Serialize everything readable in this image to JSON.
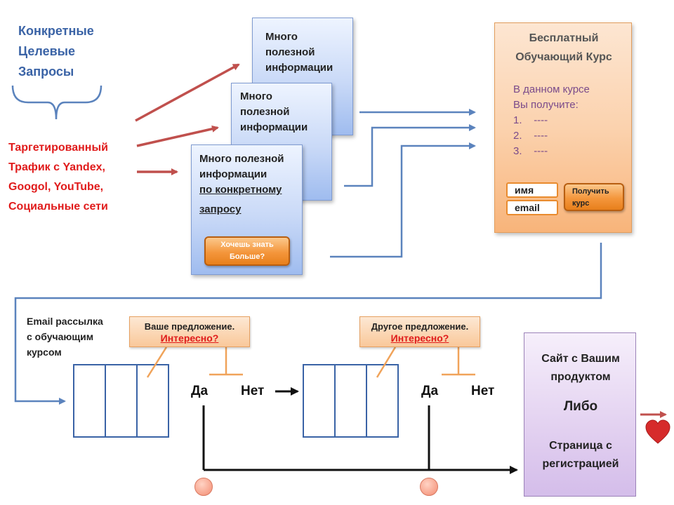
{
  "intro": {
    "title_lines": [
      "Конкретные",
      "Целевые",
      "Запросы"
    ],
    "traffic_lines": [
      "Таргетированный",
      "Трафик с Yandex,",
      "Googol, YouTube,",
      "Социальные сети"
    ]
  },
  "pages": {
    "back": {
      "lines": [
        "Много",
        "полезной",
        "информации"
      ]
    },
    "middle": {
      "lines": [
        "Много",
        "полезной",
        "информации"
      ]
    },
    "front": {
      "line1": "Много полезной",
      "line2": "информации",
      "line3": "по конкретному",
      "line4": "запросу",
      "button_label_1": "Хочешь знать",
      "button_label_2": "Больше?"
    }
  },
  "course": {
    "title_line1": "Бесплатный",
    "title_line2": "Обучающий Курс",
    "intro_line1": "В данном курсе",
    "intro_line2": "Вы получите:",
    "items": [
      {
        "num": "1.",
        "text": "----"
      },
      {
        "num": "2.",
        "text": "----"
      },
      {
        "num": "3.",
        "text": "----"
      }
    ],
    "name_placeholder": "имя",
    "email_placeholder": "email",
    "get_button_line1": "Получить",
    "get_button_line2": "курс"
  },
  "email": {
    "lines": [
      "Email рассылка",
      "с обучающим",
      "курсом"
    ]
  },
  "offers": [
    {
      "line1": "Ваше предложение.",
      "line2": "Интересно?",
      "yes": "Да",
      "no": "Нет"
    },
    {
      "line1": "Другое предложение.",
      "line2": "Интересно?",
      "yes": "Да",
      "no": "Нет"
    }
  ],
  "site": {
    "line1": "Сайт с Вашим",
    "line2": "продуктом",
    "or_label": "Либо",
    "line3": "Страница с",
    "line4": "регистрацией"
  },
  "icons": {
    "smiley": "smiley-icon",
    "heart": "heart-icon"
  },
  "colors": {
    "red": "#e01b1b",
    "blue": "#3a63a6",
    "connector": "#5b83bd",
    "orange": "#f4963c"
  }
}
